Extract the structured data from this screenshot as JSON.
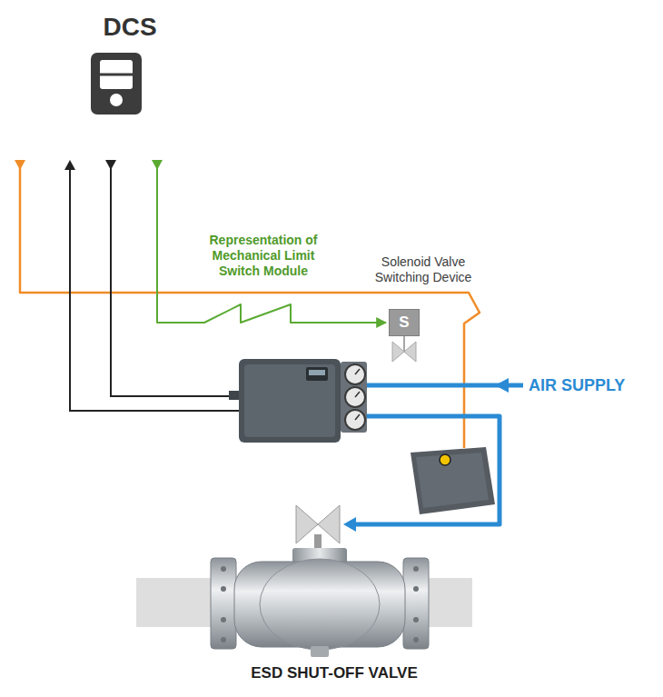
{
  "diagram": {
    "nodes": [
      {
        "text": [
          "DCS"
        ]
      },
      {
        "text": [
          "Solenoid Valve Switching Device",
          "S"
        ]
      },
      {
        "text": [
          "ESD SHUT-OFF VALVE"
        ]
      }
    ],
    "edges": [
      {
        "from": 0,
        "to": 1,
        "arrow": "to",
        "label": "Representation of Mechanical Limit Switch Module"
      }
    ],
    "labels": [
      "AIR SUPPLY"
    ]
  }
}
